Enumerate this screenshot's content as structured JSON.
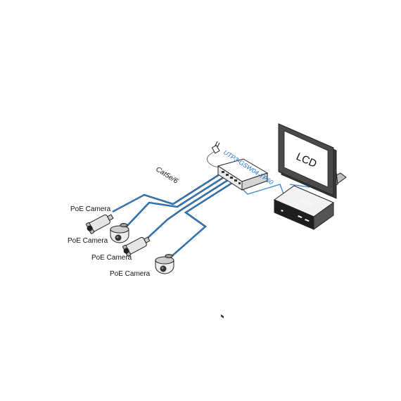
{
  "labels": {
    "cable_type": "Cat5e/6",
    "switch_model": "UTP3-GSW04-TP60",
    "monitor": "LCD",
    "recorder": "NVR",
    "camera_1": "PoE Camera",
    "camera_2": "PoE Camera",
    "camera_3": "PoE Camera",
    "camera_4": "PoE Camera"
  },
  "colors": {
    "cable": "#2e86d4",
    "switch_model_text": "#1a6fc1",
    "device_outline": "#222222"
  },
  "icons": [
    "power-plug-icon",
    "bullet-camera-icon",
    "dome-camera-icon"
  ]
}
